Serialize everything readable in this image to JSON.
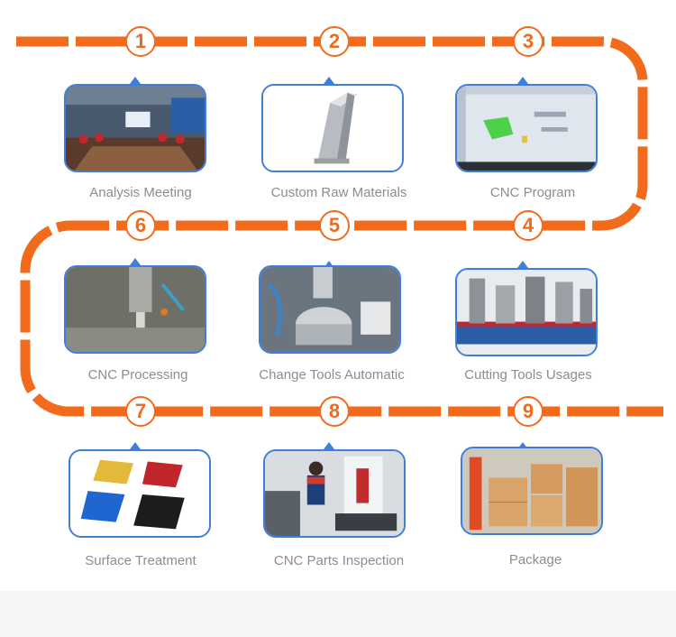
{
  "colors": {
    "flow": "#f26a1b",
    "frame": "#3f7fd9",
    "caption": "#8d8d8d"
  },
  "steps": [
    {
      "number": "1",
      "caption": "Analysis Meeting"
    },
    {
      "number": "2",
      "caption": "Custom Raw Materials"
    },
    {
      "number": "3",
      "caption": "CNC Program"
    },
    {
      "number": "4",
      "caption": "Cutting Tools Usages"
    },
    {
      "number": "5",
      "caption": "Change Tools Automatic"
    },
    {
      "number": "6",
      "caption": "CNC Processing"
    },
    {
      "number": "7",
      "caption": "Surface Treatment"
    },
    {
      "number": "8",
      "caption": "CNC Parts Inspection"
    },
    {
      "number": "9",
      "caption": "Package"
    }
  ]
}
